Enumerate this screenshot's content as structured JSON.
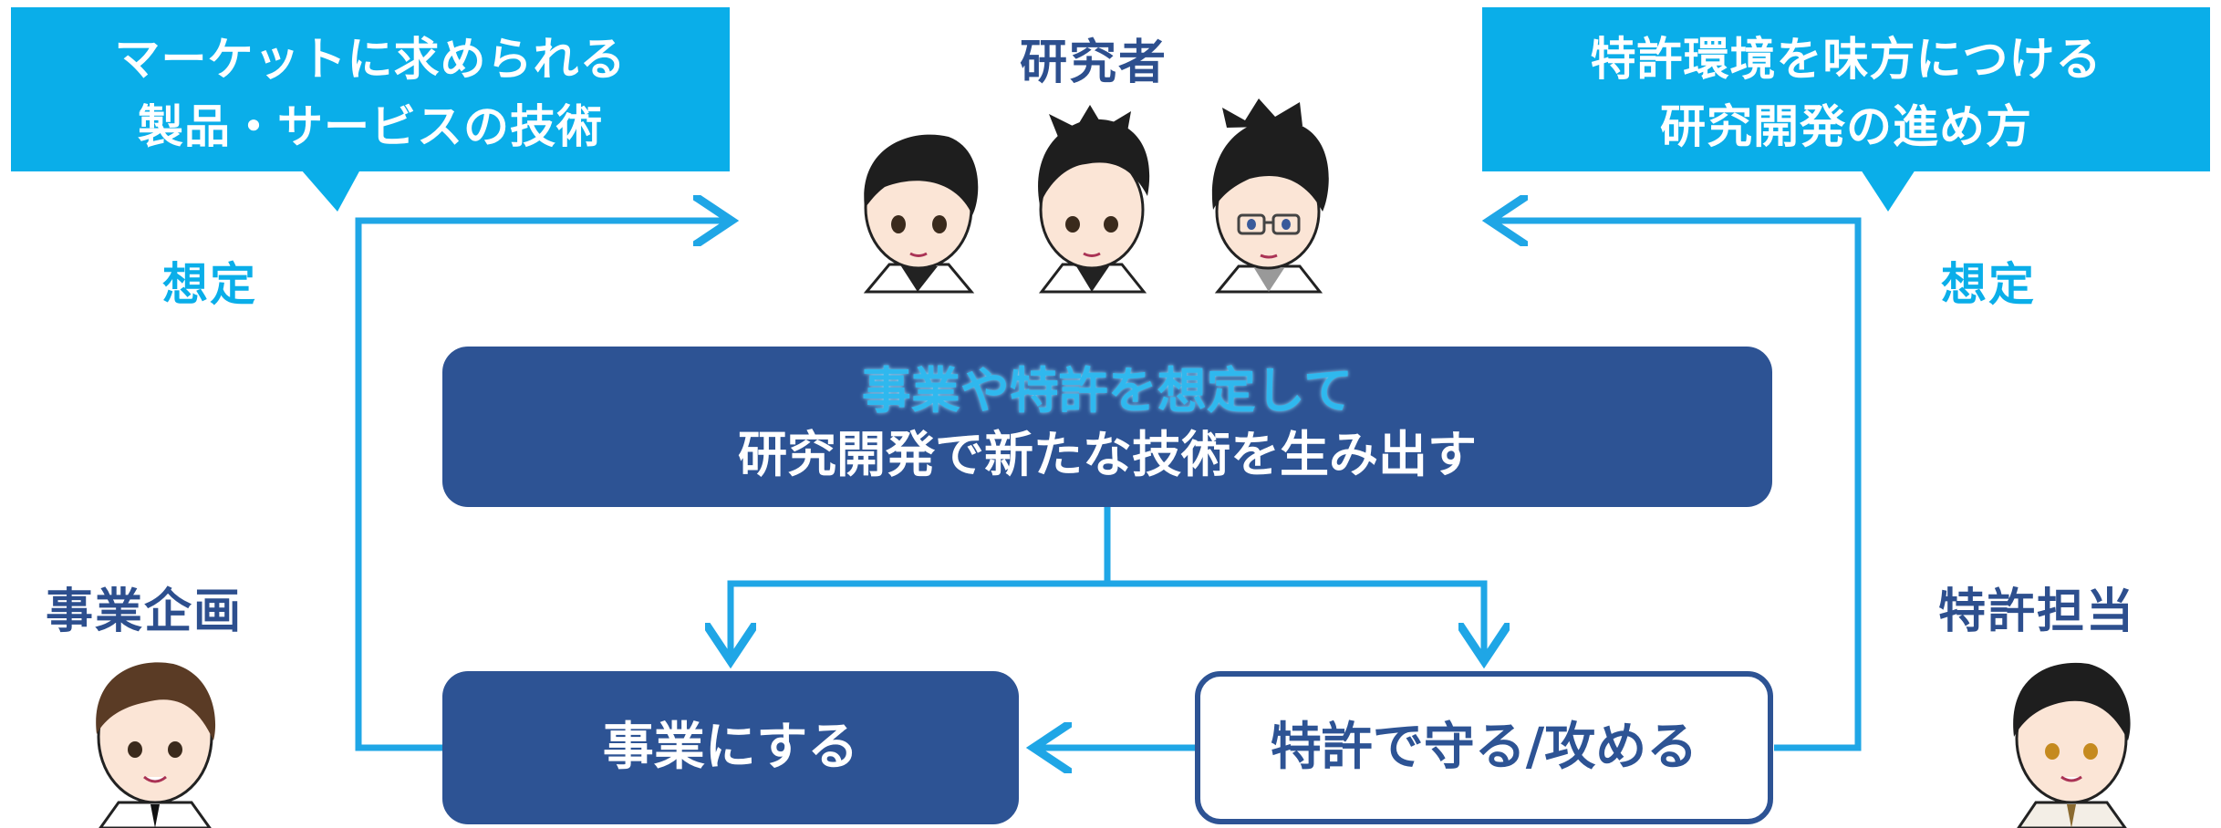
{
  "callouts": {
    "left": {
      "line1": "マーケットに求められる",
      "line2": "製品・サービスの技術"
    },
    "right": {
      "line1": "特許環境を味方につける",
      "line2": "研究開発の進め方"
    }
  },
  "labels": {
    "researchers": "研究者",
    "assume_left": "想定",
    "assume_right": "想定",
    "business_planning": "事業企画",
    "patent_staff": "特許担当"
  },
  "boxes": {
    "center_line1": "事業や特許を想定して",
    "center_line2": "研究開発で新たな技術を生み出す",
    "business": "事業にする",
    "patent": "特許で守る/攻める"
  },
  "colors": {
    "accent_blue": "#0aaee9",
    "navy": "#2d5394",
    "label_navy": "#2d4f8e"
  },
  "icons": {
    "arrow_color": "#1fa6e6"
  }
}
